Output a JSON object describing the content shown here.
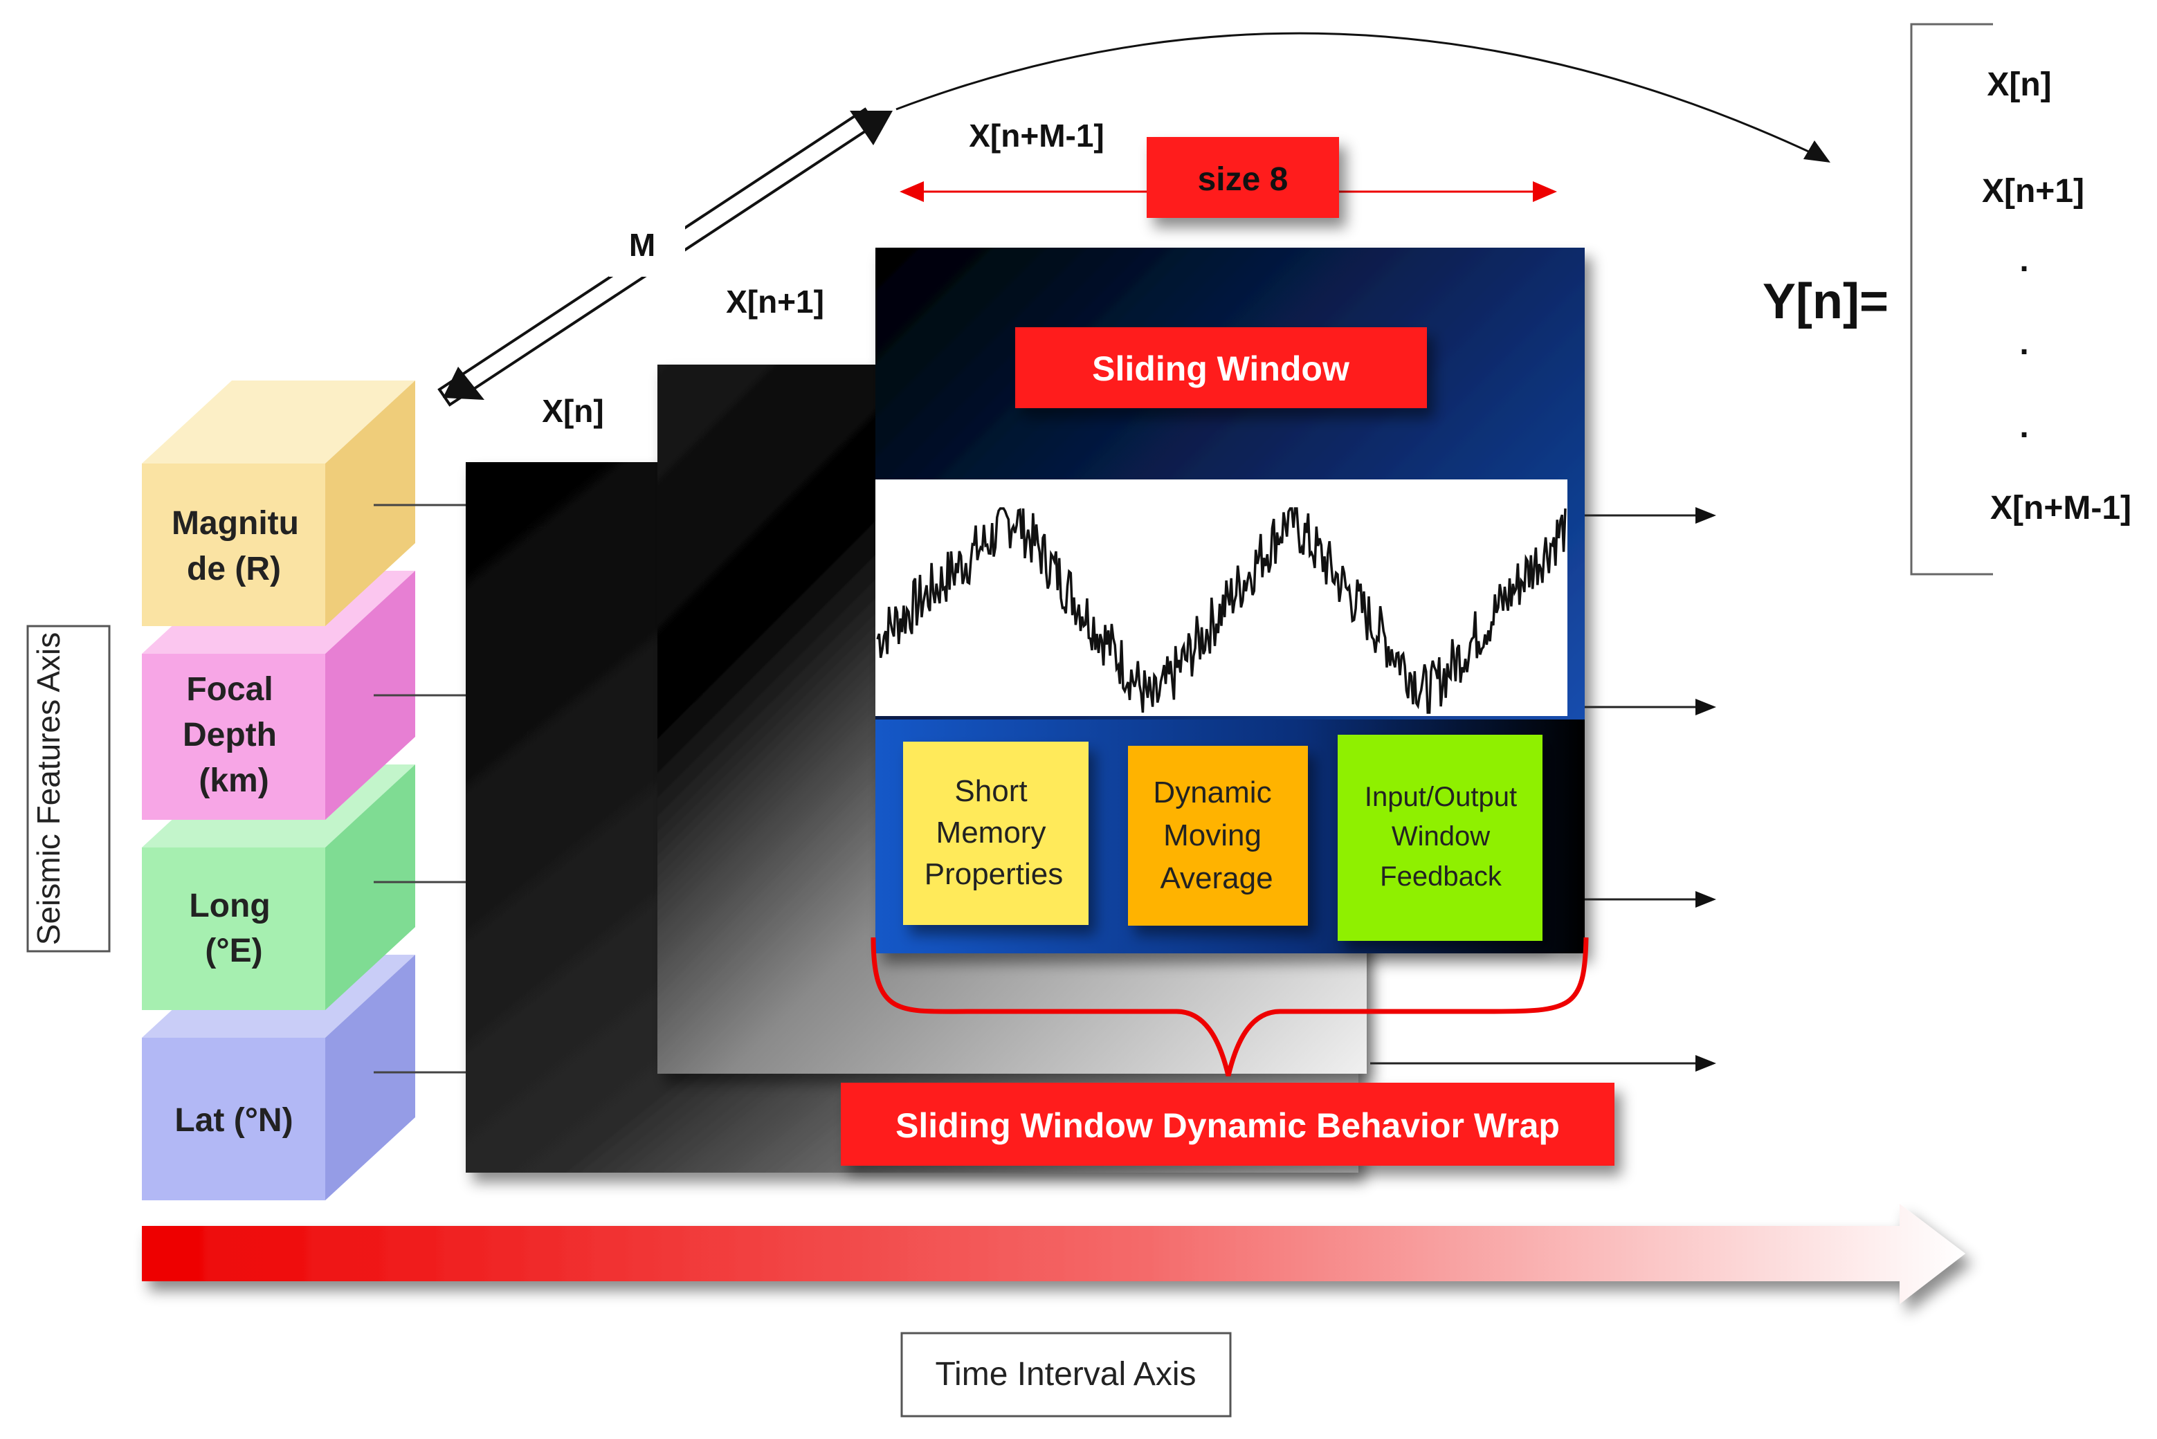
{
  "features": {
    "axis_label": "Seismic Features Axis",
    "magnitude": [
      "Magnitu",
      "de (R)"
    ],
    "focal": [
      "Focal",
      "Depth",
      "(km)"
    ],
    "long": [
      "Long",
      "(°E)"
    ],
    "lat": "Lat (°N)"
  },
  "frames": {
    "x_n": "X[n]",
    "x_n1": "X[n+1]",
    "x_nm1": "X[n+M-1]",
    "m": "M",
    "size": "size 8"
  },
  "window": {
    "title": "Sliding Window",
    "short_memory": [
      "Short",
      "Memory",
      "Properties"
    ],
    "dynamic_avg": [
      "Dynamic",
      "Moving",
      "Average"
    ],
    "io_feedback": [
      "Input/Output",
      "Window",
      "Feedback"
    ],
    "wrap_label": "Sliding Window Dynamic Behavior Wrap"
  },
  "output": {
    "lhs": "Y[n]=",
    "entries": [
      "X[n]",
      "X[n+1]",
      ".",
      ".",
      ".",
      "X[n+M-1]"
    ]
  },
  "time_axis_label": "Time Interval Axis",
  "colors": {
    "red": "#ff1a1a",
    "yellow_box": "#ffea5a",
    "orange_box": "#ffb300",
    "green_box": "#8ff000",
    "magnitude_face": "#fae3a3",
    "focal_face": "#f7a6e6",
    "long_face": "#a6efb0",
    "lat_face": "#b2b8f5"
  }
}
